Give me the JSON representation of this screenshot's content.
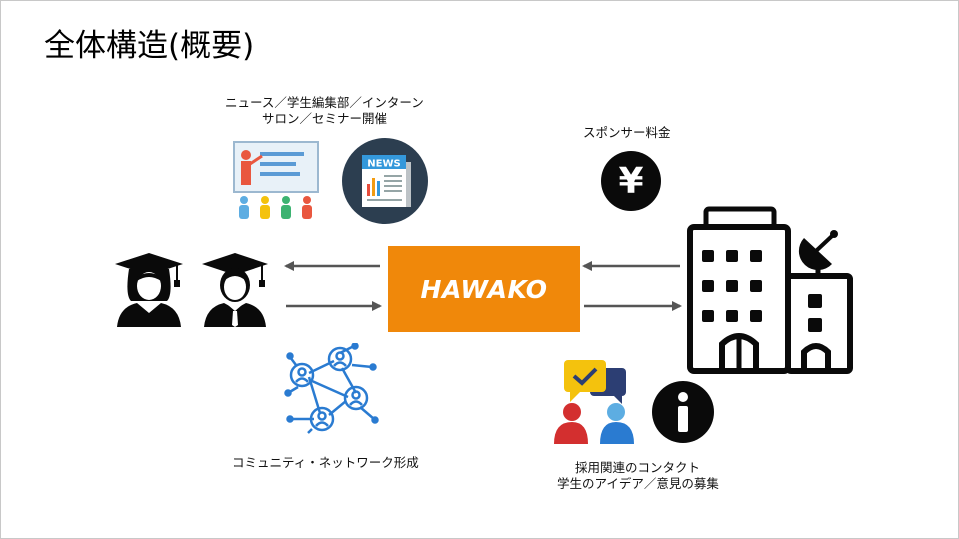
{
  "title": "全体構造(概要)",
  "hub": {
    "label": "HAWAKO",
    "color": "#F0880A"
  },
  "captions": {
    "media_line1": "ニュース／学生編集部／インターン",
    "media_line2": "サロン／セミナー開催",
    "sponsor": "スポンサー料金",
    "community": "コミュニティ・ネットワーク形成",
    "contact_line1": "採用関連のコンタクト",
    "contact_line2": "学生のアイデア／意見の募集"
  },
  "newspaper": {
    "label": "NEWS"
  },
  "currency": {
    "symbol": "¥"
  },
  "info": {
    "symbol": "i"
  },
  "colors": {
    "accent": "#F0880A",
    "icon_blue": "#2A7BD1",
    "dark": "#0A0A0A",
    "news_circle": "#2C3E50"
  },
  "icons": [
    "presentation-icon",
    "newspaper-icon",
    "graduate-female-icon",
    "graduate-male-icon",
    "yen-icon",
    "office-building-icon",
    "network-people-icon",
    "discussion-icon",
    "info-icon",
    "arrow-left-icon",
    "arrow-right-icon"
  ]
}
